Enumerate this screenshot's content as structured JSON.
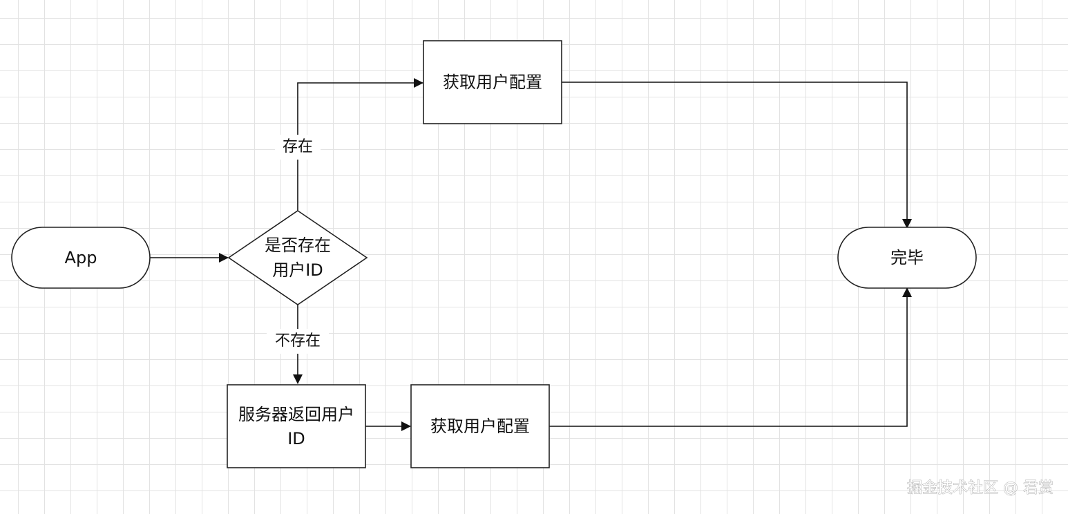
{
  "nodes": {
    "start": "App",
    "decision_line1": "是否存在",
    "decision_line2": "用户ID",
    "get_config_top": "获取用户配置",
    "server_return_line1": "服务器返回用户",
    "server_return_line2": "ID",
    "get_config_bottom": "获取用户配置",
    "end": "完毕"
  },
  "edges": {
    "exists_label": "存在",
    "not_exists_label": "不存在"
  },
  "watermark": "掘金技术社区 @ 君赏",
  "colors": {
    "stroke": "#111111",
    "grid": "#e2e2e2",
    "background": "#ffffff"
  }
}
